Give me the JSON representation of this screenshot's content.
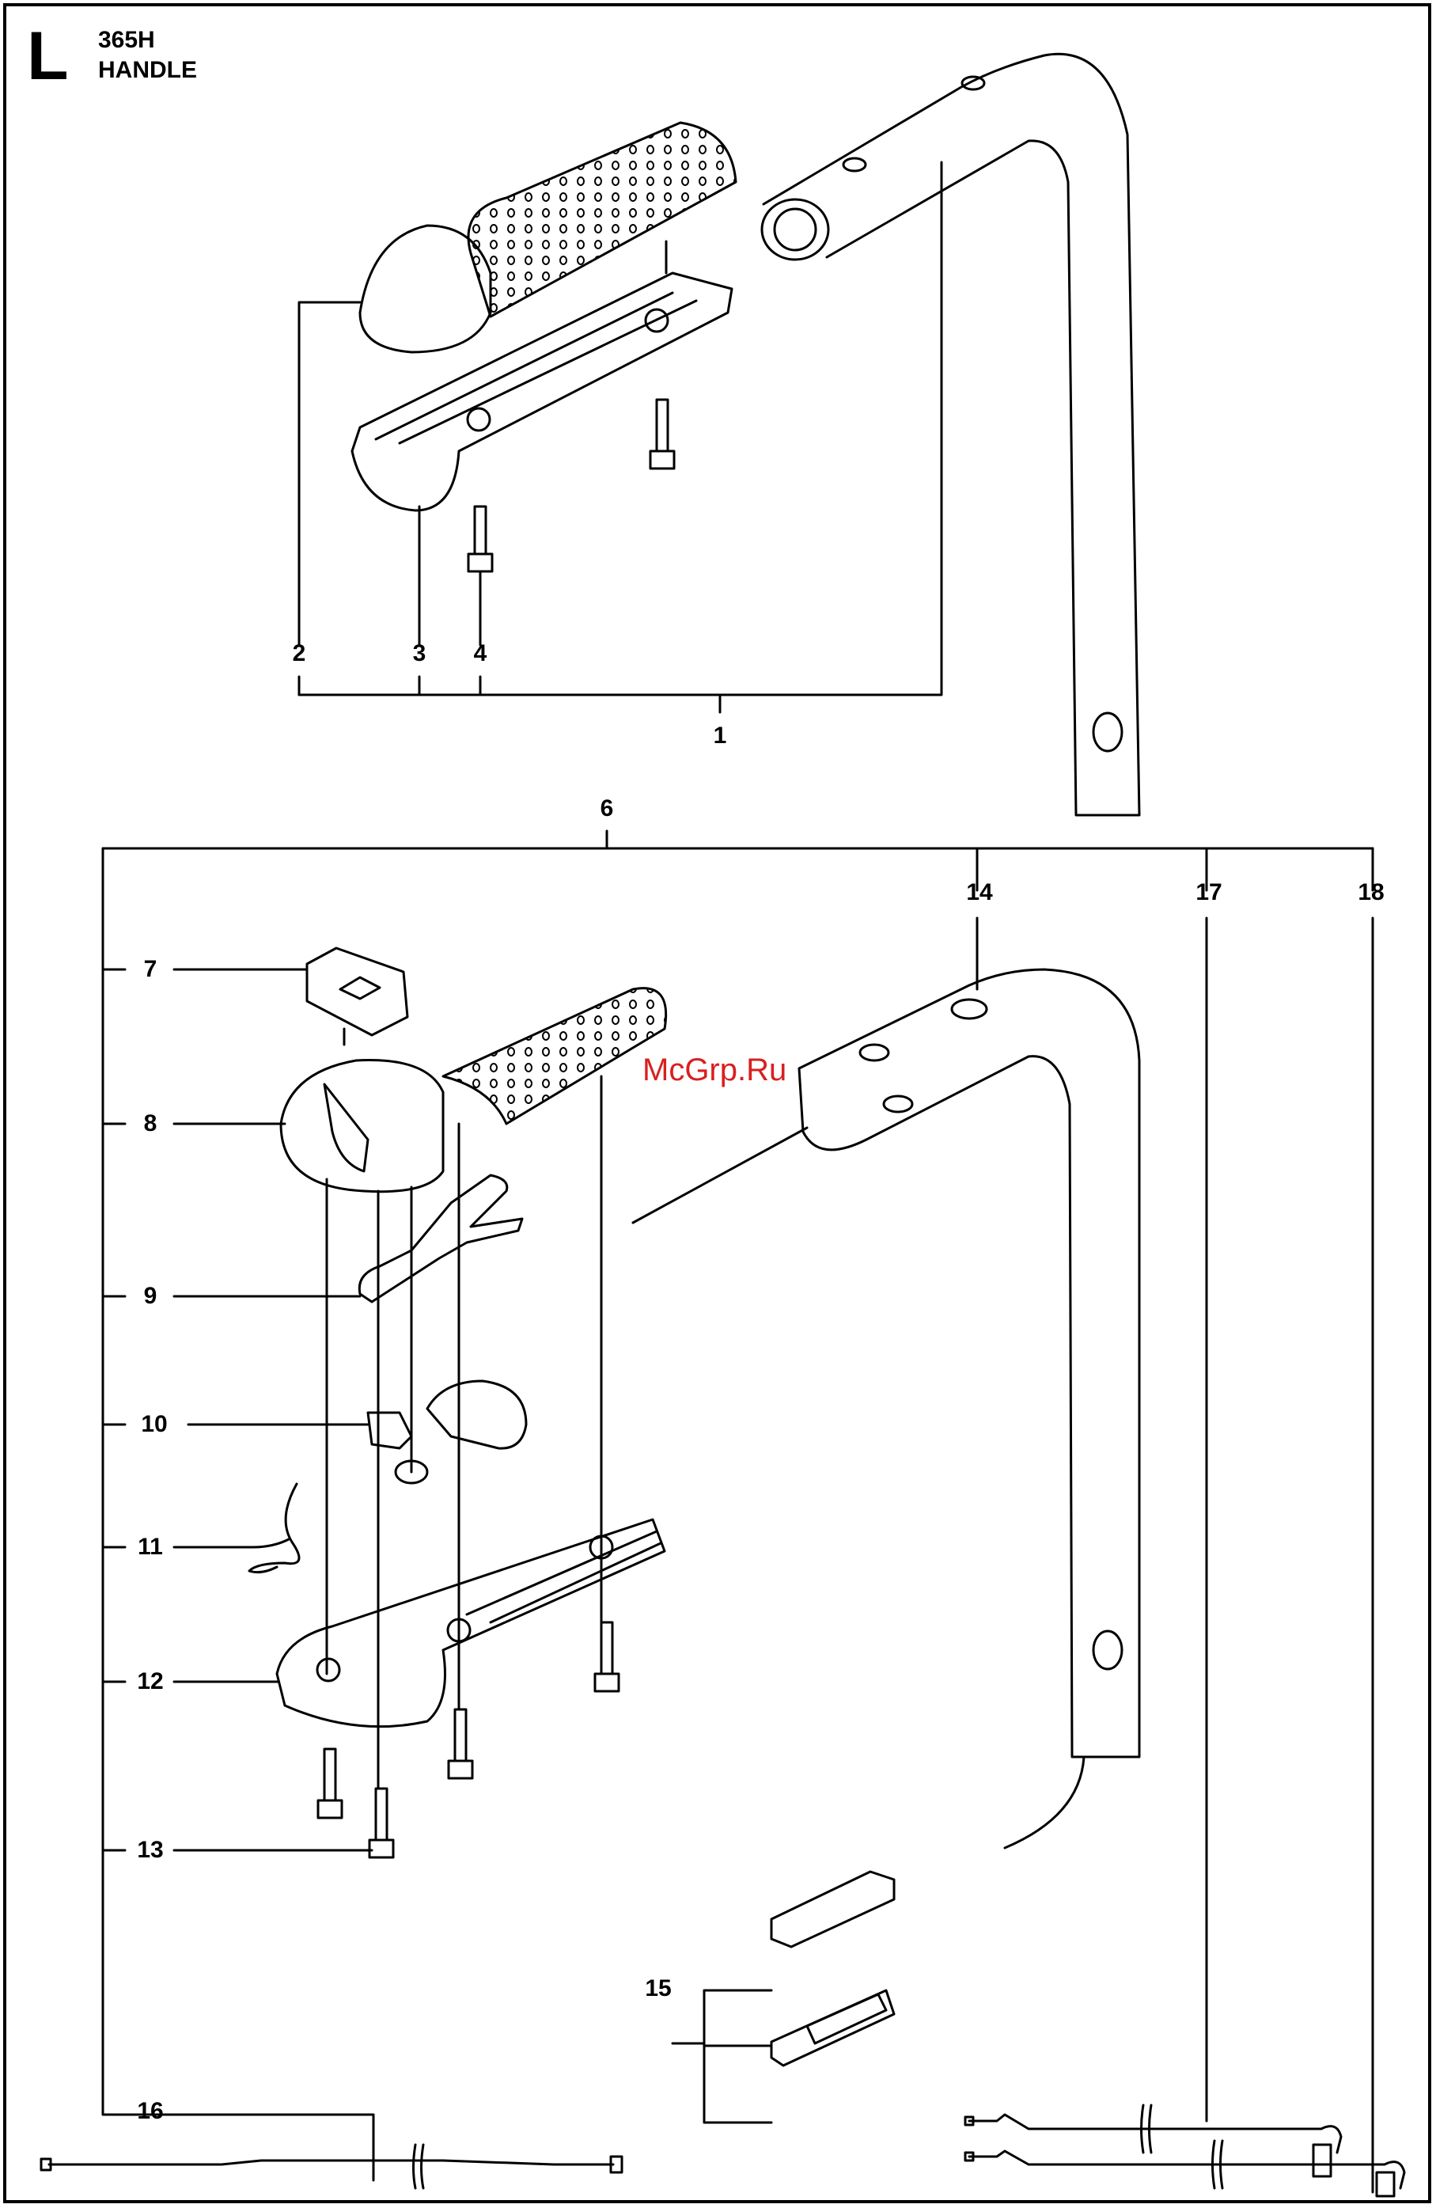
{
  "header": {
    "section_letter": "L",
    "model": "365H",
    "title": "HANDLE"
  },
  "watermark": "McGrp.Ru",
  "callouts": [
    "1",
    "2",
    "3",
    "4",
    "6",
    "7",
    "8",
    "9",
    "10",
    "11",
    "12",
    "13",
    "14",
    "15",
    "16",
    "17",
    "18"
  ],
  "colors": {
    "watermark": "#d91f1f",
    "line": "#000000"
  }
}
